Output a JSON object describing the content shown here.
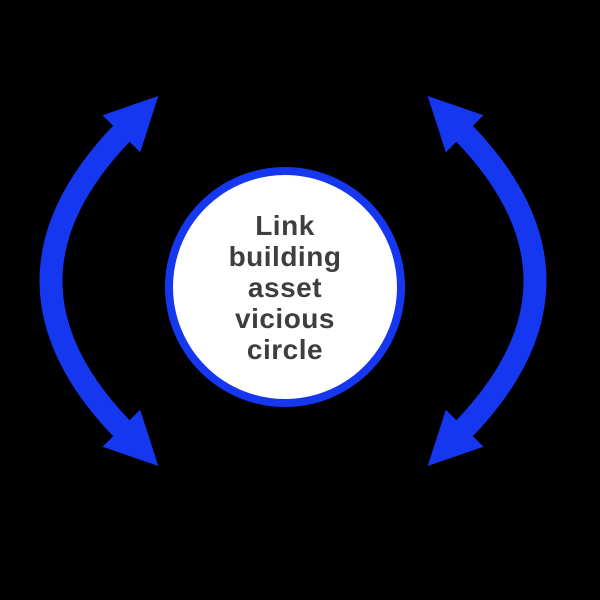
{
  "diagram": {
    "title": "Link building asset vicious circle",
    "center_circle": {
      "label_lines": [
        "Link",
        "building",
        "asset",
        "vicious",
        "circle"
      ]
    },
    "arrows": [
      {
        "name": "left-cycle-arrow",
        "description": "double-headed arrow curving along the left side, heads pointing up-right and down-right"
      },
      {
        "name": "right-cycle-arrow",
        "description": "double-headed arrow curving along the right side, heads pointing up-left and down-left"
      }
    ],
    "colors": {
      "accent_blue": "#1637F0",
      "background": "#000000",
      "circle_fill": "#FFFFFF",
      "label_text": "#3E3E3E"
    }
  }
}
